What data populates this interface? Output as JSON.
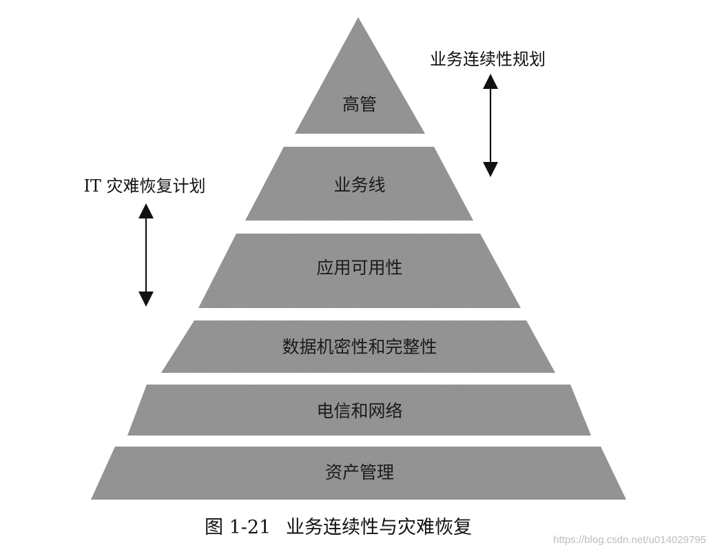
{
  "pyramid": {
    "layers": [
      {
        "label": "高管"
      },
      {
        "label": "业务线"
      },
      {
        "label": "应用可用性"
      },
      {
        "label": "数据机密性和完整性"
      },
      {
        "label": "电信和网络"
      },
      {
        "label": "资产管理"
      }
    ],
    "fill_color": "#8a8a8a"
  },
  "annotations": {
    "business_continuity": "业务连续性规划",
    "it_disaster_recovery": "IT 灾难恢复计划"
  },
  "caption": {
    "figure_number": "图 1-21",
    "title": "业务连续性与灾难恢复"
  },
  "watermark": "https://blog.csdn.net/u014029795"
}
